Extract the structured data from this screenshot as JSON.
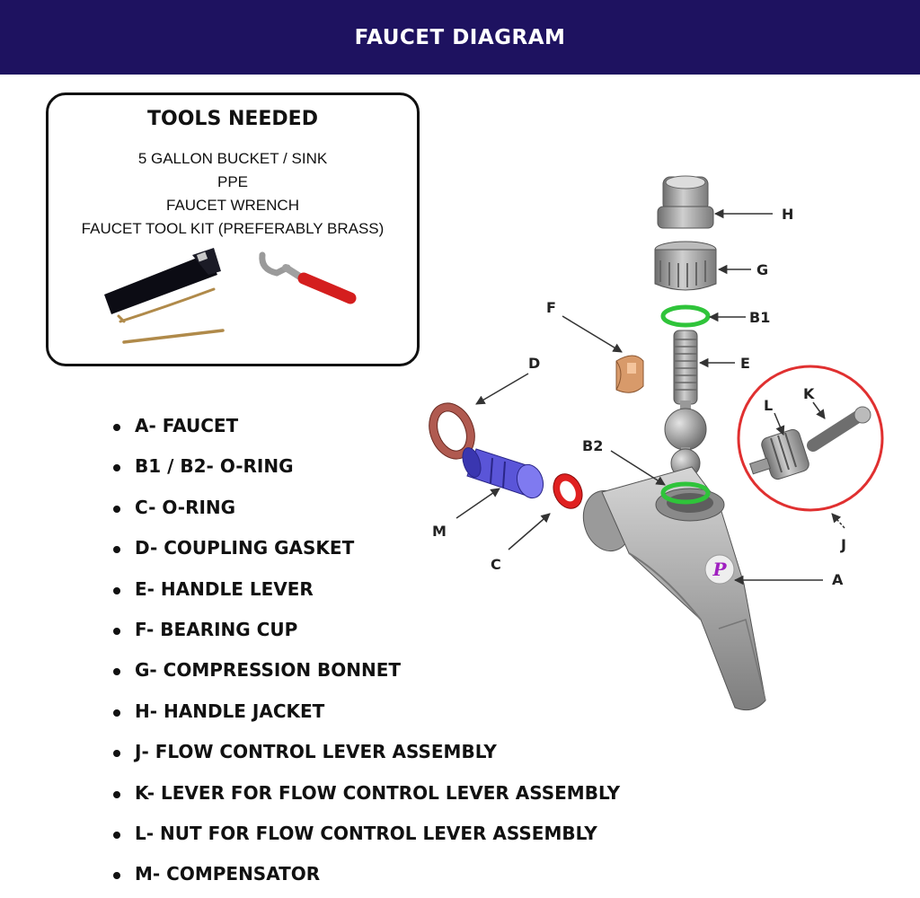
{
  "header": {
    "title": "FAUCET DIAGRAM"
  },
  "tools": {
    "title": "TOOLS NEEDED",
    "items": [
      "5 GALLON BUCKET / SINK",
      "PPE",
      "FAUCET WRENCH",
      "FAUCET TOOL KIT (PREFERABLY BRASS)"
    ]
  },
  "parts": [
    "A-  FAUCET",
    "B1 / B2-  O-RING",
    "C-  O-RING",
    "D-  COUPLING GASKET",
    "E-  HANDLE LEVER",
    "F-  BEARING CUP",
    "G-  COMPRESSION BONNET",
    "H-  HANDLE JACKET",
    "J-  FLOW CONTROL LEVER ASSEMBLY",
    "K-  LEVER FOR FLOW CONTROL LEVER ASSEMBLY",
    "L-  NUT FOR FLOW CONTROL LEVER ASSEMBLY",
    "M-  COMPENSATOR"
  ],
  "labels": {
    "a": "A",
    "b1": "B1",
    "b2": "B2",
    "c": "C",
    "d": "D",
    "e": "E",
    "f": "F",
    "g": "G",
    "h": "H",
    "j": "J",
    "k": "K",
    "l": "L",
    "m": "M"
  },
  "logo_letter": "P",
  "colors": {
    "header_bg": "#1e1260",
    "oring_green": "#2fc43a",
    "oring_red": "#e02020",
    "gasket": "#b05a50",
    "compensator": "#5a55d8",
    "bearing_cup": "#d89a6a",
    "callout_circle": "#e03030",
    "logo": "#a020c0"
  }
}
